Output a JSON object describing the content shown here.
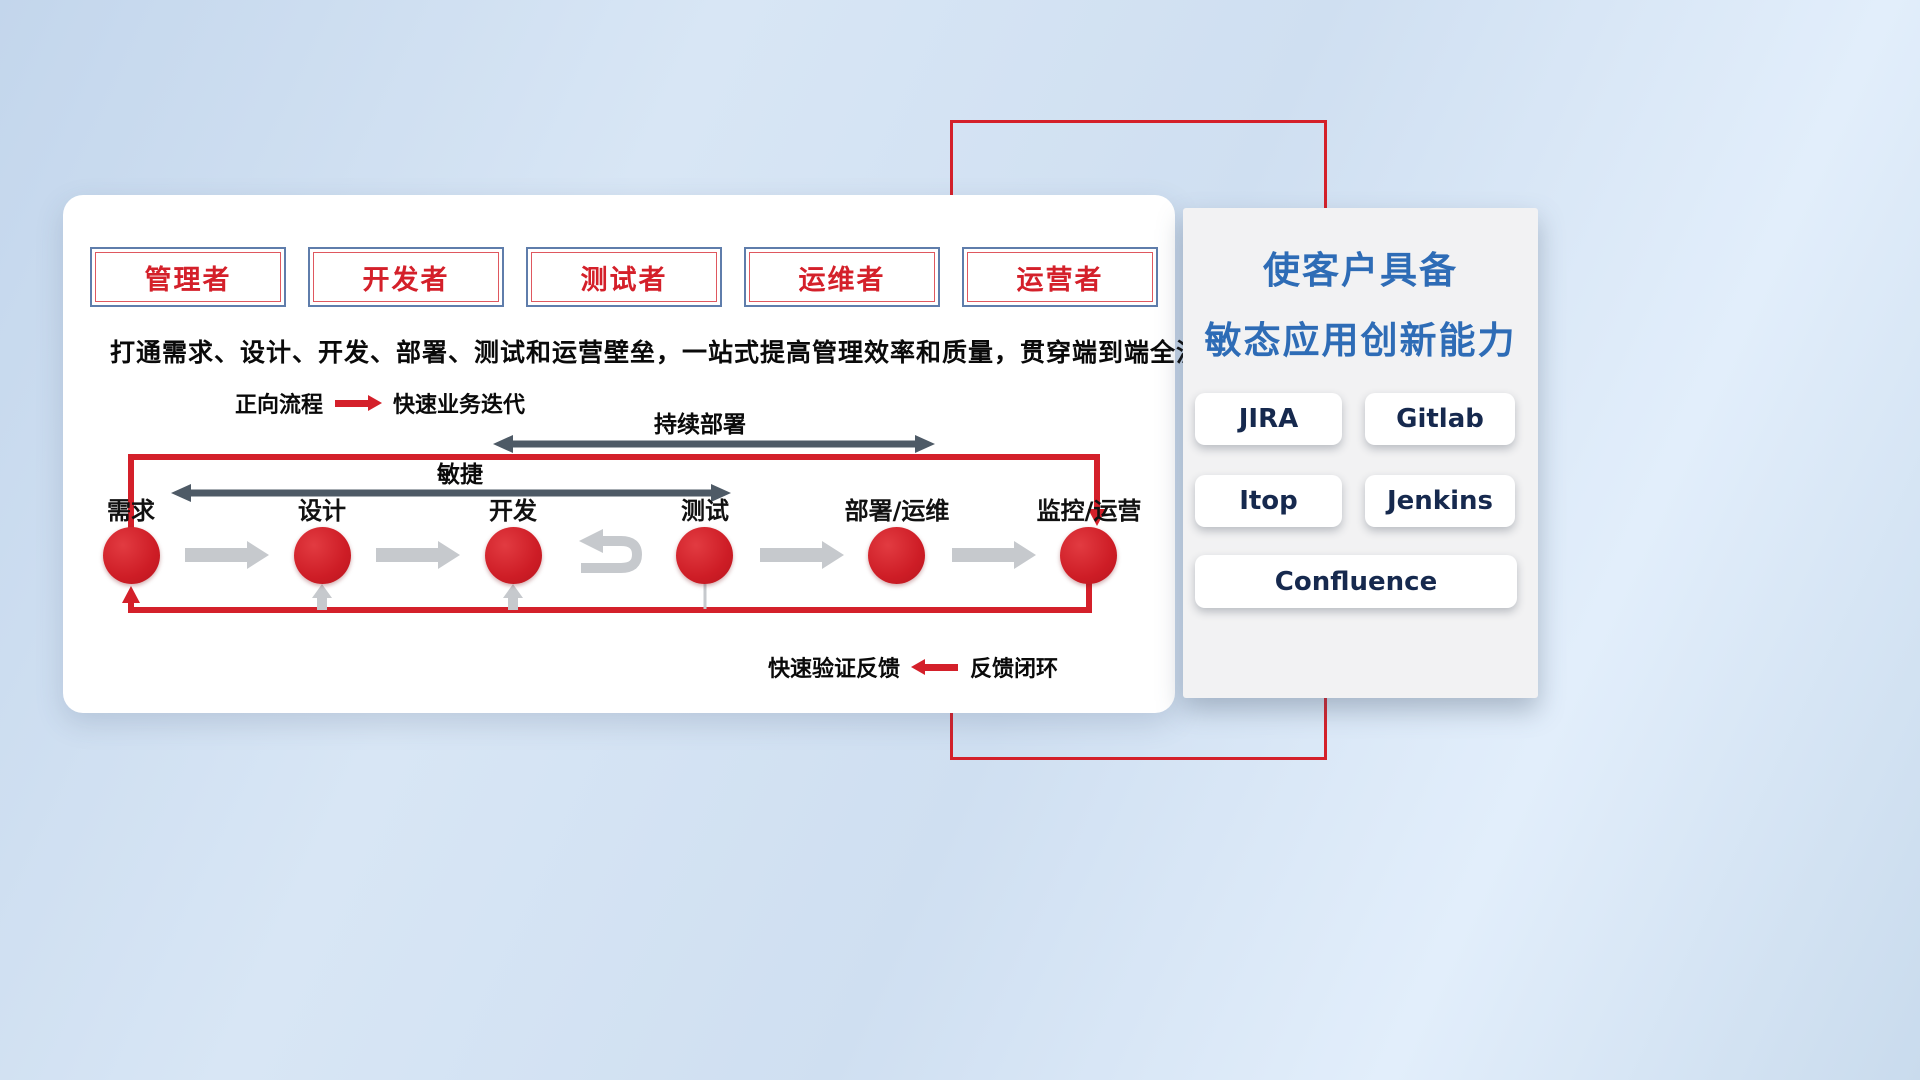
{
  "roles": [
    {
      "label": "管理者"
    },
    {
      "label": "开发者"
    },
    {
      "label": "测试者"
    },
    {
      "label": "运维者"
    },
    {
      "label": "运营者"
    }
  ],
  "subtitle": "打通需求、设计、开发、部署、测试和运营壁垒，一站式提高管理效率和质量，贯穿端到端全流程",
  "legend_forward": {
    "label": "正向流程",
    "desc": "快速业务迭代"
  },
  "span_arrows": {
    "continuous_deployment": "持续部署",
    "agile": "敏捷"
  },
  "stages": [
    {
      "label": "需求"
    },
    {
      "label": "设计"
    },
    {
      "label": "开发"
    },
    {
      "label": "测试"
    },
    {
      "label": "部署/运维"
    },
    {
      "label": "监控/运营"
    }
  ],
  "legend_feedback": {
    "desc": "快速验证反馈",
    "label": "反馈闭环"
  },
  "right_panel": {
    "title_line1": "使客户具备",
    "title_line2": "敏态应用创新能力",
    "tools": [
      "JIRA",
      "Gitlab",
      "Itop",
      "Jenkins",
      "Confluence"
    ]
  },
  "colors": {
    "red": "#d4202a",
    "blue": "#2e6cb6",
    "dark_arrow": "#4e5a66",
    "flow_gray": "#c6c9cd",
    "role_border_blue": "#5f7dab",
    "tool_text": "#16294e",
    "panel_gray": "#f2f2f3"
  }
}
